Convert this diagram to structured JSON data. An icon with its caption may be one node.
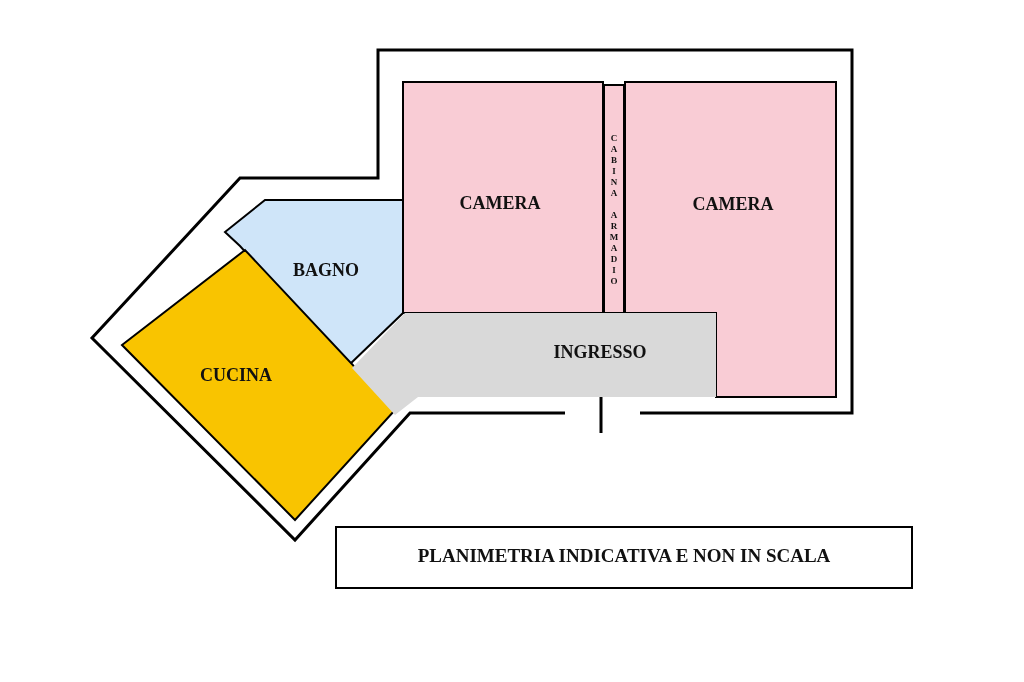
{
  "diagram": {
    "nodes": [
      {
        "text": [
          "CAMERA"
        ]
      },
      {
        "text": [
          "CABINA ARMADIO"
        ]
      },
      {
        "text": [
          "CAMERA"
        ]
      },
      {
        "text": [
          "BAGNO"
        ]
      },
      {
        "text": [
          "CUCINA"
        ]
      },
      {
        "text": [
          "INGRESSO"
        ]
      },
      {
        "text": [
          "PLANIMETRIA INDICATIVA E NON IN SCALA"
        ]
      }
    ]
  }
}
